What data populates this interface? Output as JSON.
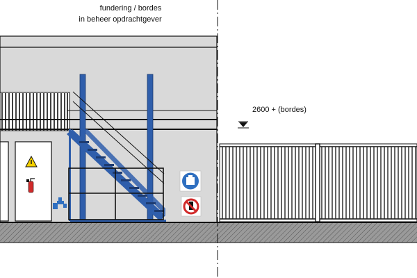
{
  "annotation": {
    "line1": "fundering / bordes",
    "line2": "in beheer opdrachtgever"
  },
  "level_marker": {
    "text": "2600 + (bordes)"
  },
  "colors": {
    "building_wall": "#d9d9d9",
    "staircase": "#2f5eab",
    "ground_hatch": "#8a8a8a",
    "fence": "#333333",
    "sign_blue": "#2f6fc0",
    "sign_red": "#d12a2a",
    "warning_yellow": "#f4d000"
  },
  "icons": [
    "warning-triangle-icon",
    "fire-extinguisher-icon",
    "water-tap-icon",
    "mandatory-sign-icon",
    "prohibition-sign-icon",
    "level-marker-icon"
  ]
}
